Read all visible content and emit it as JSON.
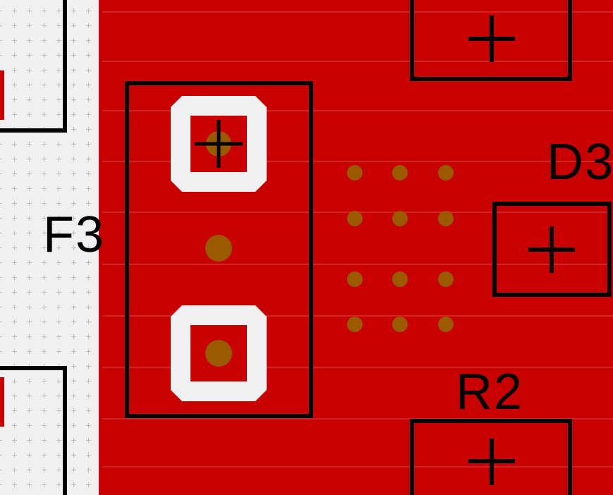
{
  "viewer": {
    "colors": {
      "background": "#f0f0f0",
      "copper": "#c80000",
      "silkscreen": "#000000",
      "pad_clearance": "#f0f0f0",
      "drill": "#9a5a00",
      "grid_dot": "#b8b8b8"
    },
    "components": [
      {
        "ref": "F3",
        "kind": "fuse-holder"
      },
      {
        "ref": "D3",
        "kind": "diode"
      },
      {
        "ref": "R2",
        "kind": "resistor"
      }
    ]
  }
}
